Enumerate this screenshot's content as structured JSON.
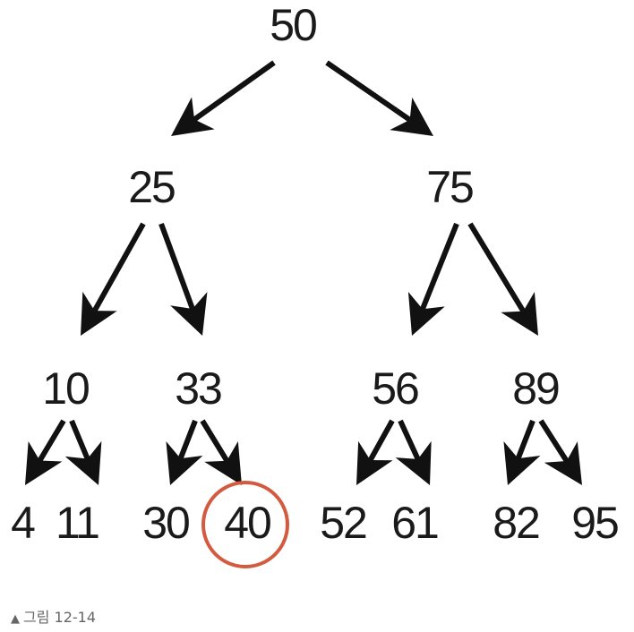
{
  "tree": {
    "nodes": [
      "50",
      "25",
      "75",
      "10",
      "33",
      "56",
      "89",
      "4",
      "11",
      "30",
      "40",
      "52",
      "61",
      "82",
      "95"
    ],
    "highlighted_node": "40",
    "highlight_color": "#d35a3f",
    "edge_color": "#111111"
  },
  "caption": {
    "marker": "▲",
    "text": "그림 12-14"
  }
}
